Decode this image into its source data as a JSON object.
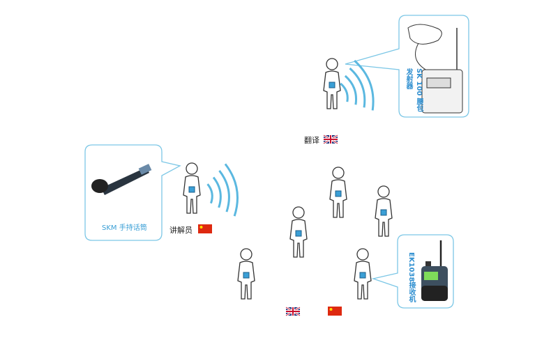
{
  "labels": {
    "translator": "翻译",
    "guide": "讲解员",
    "handheld_mic": "SKM 手持话筒",
    "bodypack_transmitter": "SK 100 腰包发射器",
    "receiver": "EK1038接收机"
  },
  "colors": {
    "accent": "#5bb8e0",
    "device_blue": "#3a9fd6"
  }
}
